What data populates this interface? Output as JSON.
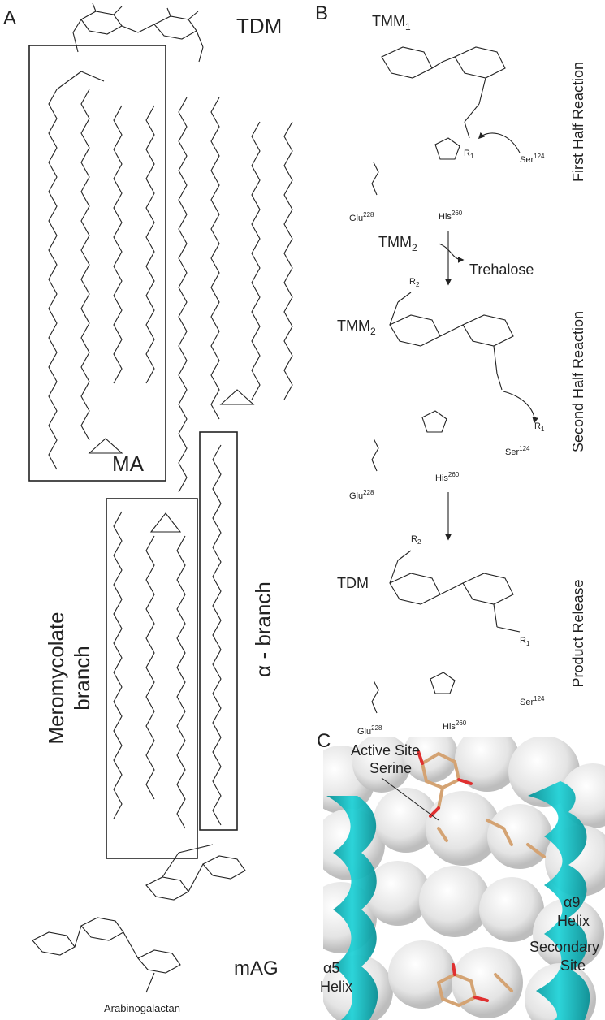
{
  "panels": {
    "a": {
      "letter": "A",
      "tdm_label": "TDM",
      "ma_label": "MA",
      "meromycolate_label_line1": "Meromycolate",
      "meromycolate_label_line2": "branch",
      "alpha_branch_label": "α - branch",
      "mag_label": "mAG",
      "arabinogalactan_label": "Arabinogalactan"
    },
    "b": {
      "letter": "B",
      "tmm1_label": "TMM",
      "tmm1_sub": "1",
      "tmm2_top_label": "TMM",
      "tmm2_top_sub": "2",
      "trehalose_label": "Trehalose",
      "tmm2_label": "TMM",
      "tmm2_sub": "2",
      "tdm_label": "TDM",
      "first_half": "First Half Reaction",
      "second_half": "Second Half Reaction",
      "product_release": "Product Release",
      "glu": "Glu",
      "glu_num": "228",
      "his": "His",
      "his_num": "260",
      "ser": "Ser",
      "ser_num": "124",
      "r1": "R",
      "r1_sub": "1",
      "r2": "R",
      "r2_sub": "2"
    },
    "c": {
      "letter": "C",
      "active_site_line1": "Active Site",
      "active_site_line2": "Serine",
      "alpha9_line1": "α9",
      "alpha9_line2": "Helix",
      "secondary_line1": "Secondary",
      "secondary_line2": "Site",
      "alpha5_line1": "α5",
      "alpha5_line2": "Helix"
    }
  }
}
